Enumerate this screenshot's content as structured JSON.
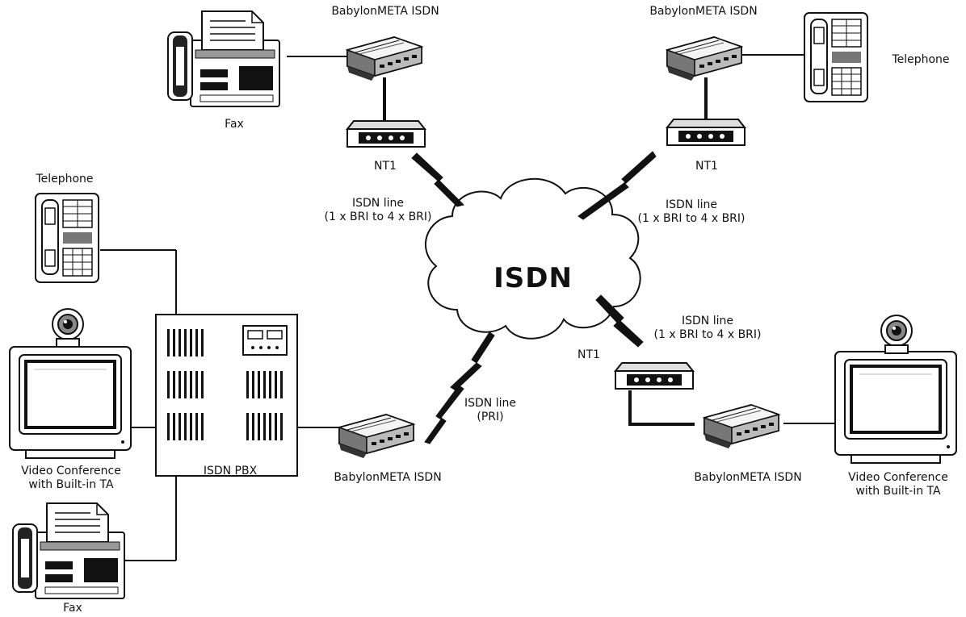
{
  "cloud": {
    "label": "ISDN"
  },
  "labels": {
    "babylon_top_left": "BabylonMETA ISDN",
    "babylon_top_right": "BabylonMETA ISDN",
    "babylon_bottom_mid": "BabylonMETA ISDN",
    "babylon_bottom_right": "BabylonMETA ISDN",
    "fax_top": "Fax",
    "fax_bottom": "Fax",
    "telephone_top_right": "Telephone",
    "telephone_left": "Telephone",
    "nt1_left": "NT1",
    "nt1_right": "NT1",
    "nt1_bottom": "NT1",
    "pbx": "ISDN PBX",
    "video_left_l1": "Video Conference",
    "video_left_l2": "with Built-in TA",
    "video_right_l1": "Video Conference",
    "video_right_l2": "with Built-in TA",
    "line_tl_l1": "ISDN line",
    "line_tl_l2": "(1 x BRI to 4 x BRI)",
    "line_tr_l1": "ISDN line",
    "line_tr_l2": "(1 x BRI to 4 x BRI)",
    "line_br_l1": "ISDN line",
    "line_br_l2": "(1 x BRI to 4 x BRI)",
    "line_pri_l1": "ISDN line",
    "line_pri_l2": "(PRI)"
  }
}
